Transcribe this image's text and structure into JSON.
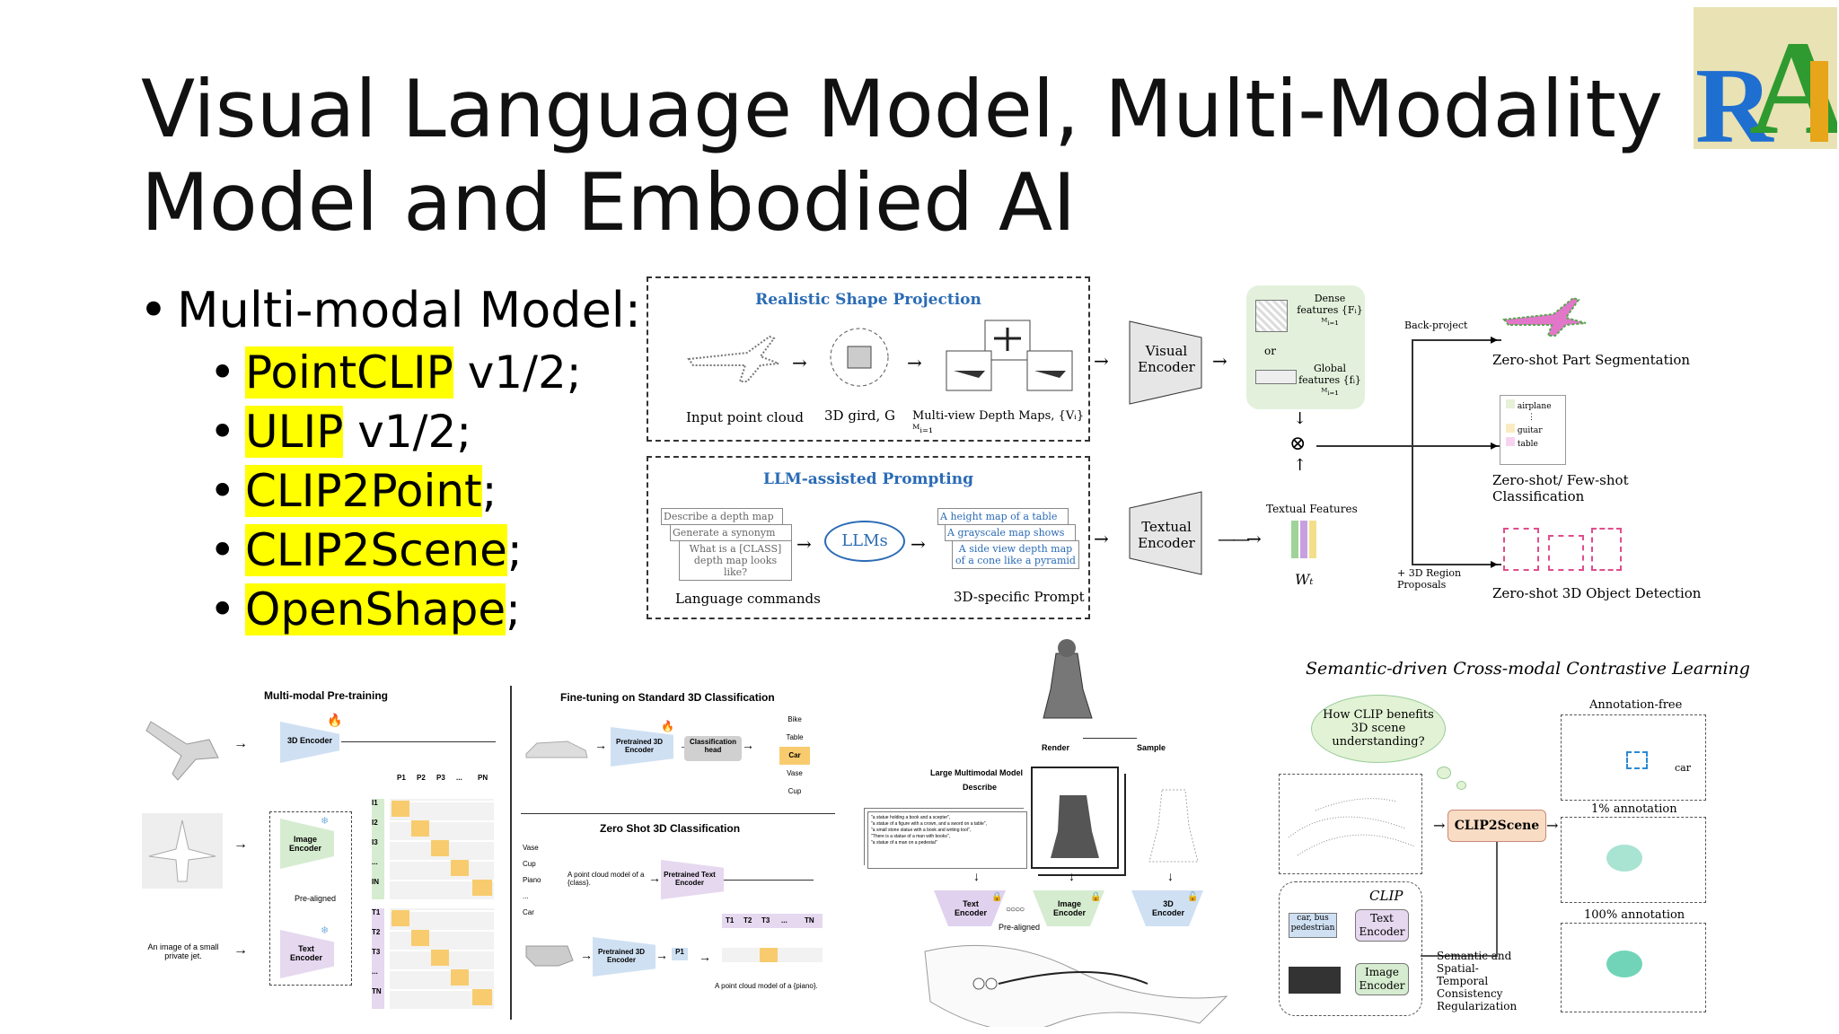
{
  "slide": {
    "title_line1": "Visual Language Model, Multi-Modality",
    "title_line2": "Model and Embodied AI",
    "logo_text": "RAI",
    "bullet_main": "Multi-modal Model:",
    "items": [
      {
        "name": "PointCLIP",
        "rest": " v1/2;"
      },
      {
        "name": "ULIP",
        "rest": " v1/2;"
      },
      {
        "name": "CLIP2Point",
        "rest": ";"
      },
      {
        "name": "CLIP2Scene",
        "rest": ";"
      },
      {
        "name": "OpenShape",
        "rest": ";"
      }
    ]
  },
  "fig1": {
    "proj_title": "Realistic Shape Projection",
    "input_label": "Input point cloud",
    "grid_label": "3D gird, G",
    "depth_label": "Multi-view Depth Maps, {Vᵢ}ᴹᵢ₌₁",
    "llm_title": "LLM-assisted Prompting",
    "cmd1": "Describe a depth map",
    "cmd2": "Generate a synonym",
    "cmd3": "What is a [CLASS] depth map looks like?",
    "lang_label": "Language commands",
    "llms": "LLMs",
    "p1": "A height map of a table",
    "p2": "A grayscale map shows",
    "p3": "A side view depth map of a cone like a pyramid",
    "prompt_label": "3D-specific Prompt",
    "visual_encoder": "Visual Encoder",
    "textual_encoder": "Textual Encoder",
    "dense": "Dense features {Fᵢ}ᴹᵢ₌₁",
    "or": "or",
    "global": "Global features {fᵢ}ᴹᵢ₌₁",
    "textual_features": "Textual Features",
    "wt": "Wₜ",
    "back_project": "Back-project",
    "region": "+ 3D Region Proposals",
    "out1": "Zero-shot Part Segmentation",
    "out2": "Zero-shot/ Few-shot Classification",
    "out3": "Zero-shot 3D Object Detection",
    "cls1": "airplane",
    "cls_dots": "⋮",
    "cls2": "guitar",
    "cls3": "table"
  },
  "fig2": {
    "pretrain": "Multi-modal Pre-training",
    "enc3d": "3D Encoder",
    "img_enc": "Image Encoder",
    "text_enc": "Text Encoder",
    "prealigned": "Pre-aligned",
    "caption": "An image of a small private jet.",
    "cols": [
      "P1",
      "P2",
      "P3",
      "...",
      "PN"
    ],
    "img_rows": [
      "I1",
      "I2",
      "I3",
      "...",
      "IN"
    ],
    "txt_rows": [
      "T1",
      "T2",
      "T3",
      "...",
      "TN"
    ],
    "finetune": "Fine-tuning on Standard 3D Classification",
    "pre3d": "Pretrained 3D Encoder",
    "cls_head": "Classification head",
    "classes": [
      "Bike",
      "Table",
      "Car",
      "Vase",
      "Cup"
    ],
    "zeroshot": "Zero Shot 3D Classification",
    "zs_classes": [
      "Vase",
      "Cup",
      "Piano",
      "...",
      "Car"
    ],
    "zs_prompt": "A point cloud model of a {class}.",
    "pre_text": "Pretrained Text Encoder",
    "zs_cols": [
      "T1",
      "T2",
      "T3",
      "...",
      "TN"
    ],
    "p1": "P1",
    "zs_result": "A point cloud model of a {piano}."
  },
  "fig3": {
    "render": "Render",
    "sample": "Sample",
    "lmm": "Large Multimodal Model",
    "describe": "Describe",
    "captions": [
      "\"a statue holding a book and a scepter\",",
      "\"a statue of a figure with a crown, and a sword on a table\",",
      "\"a small stone statue with a book and writing tool\",",
      "\"There is a statue of a man with books\",",
      "\"a statue of a man on a pedestal\""
    ],
    "text_enc": "Text Encoder",
    "img_enc": "Image Encoder",
    "enc3d": "3D Encoder",
    "prealigned": "Pre-aligned"
  },
  "fig4": {
    "title": "Semantic-driven Cross-modal  Contrastive Learning",
    "bubble": "How CLIP benefits 3D scene understanding?",
    "annot_free": "Annotation-free",
    "clip2scene": "CLIP2Scene",
    "one_pct": "1% annotation",
    "hundred_pct": "100% annotation",
    "car": "car",
    "clip": "CLIP",
    "carbus": "car, bus pedestrian",
    "text_enc": "Text Encoder",
    "img_enc": "Image Encoder",
    "reg": "Semantic and Spatial-Temporal Consistency Regularization"
  }
}
